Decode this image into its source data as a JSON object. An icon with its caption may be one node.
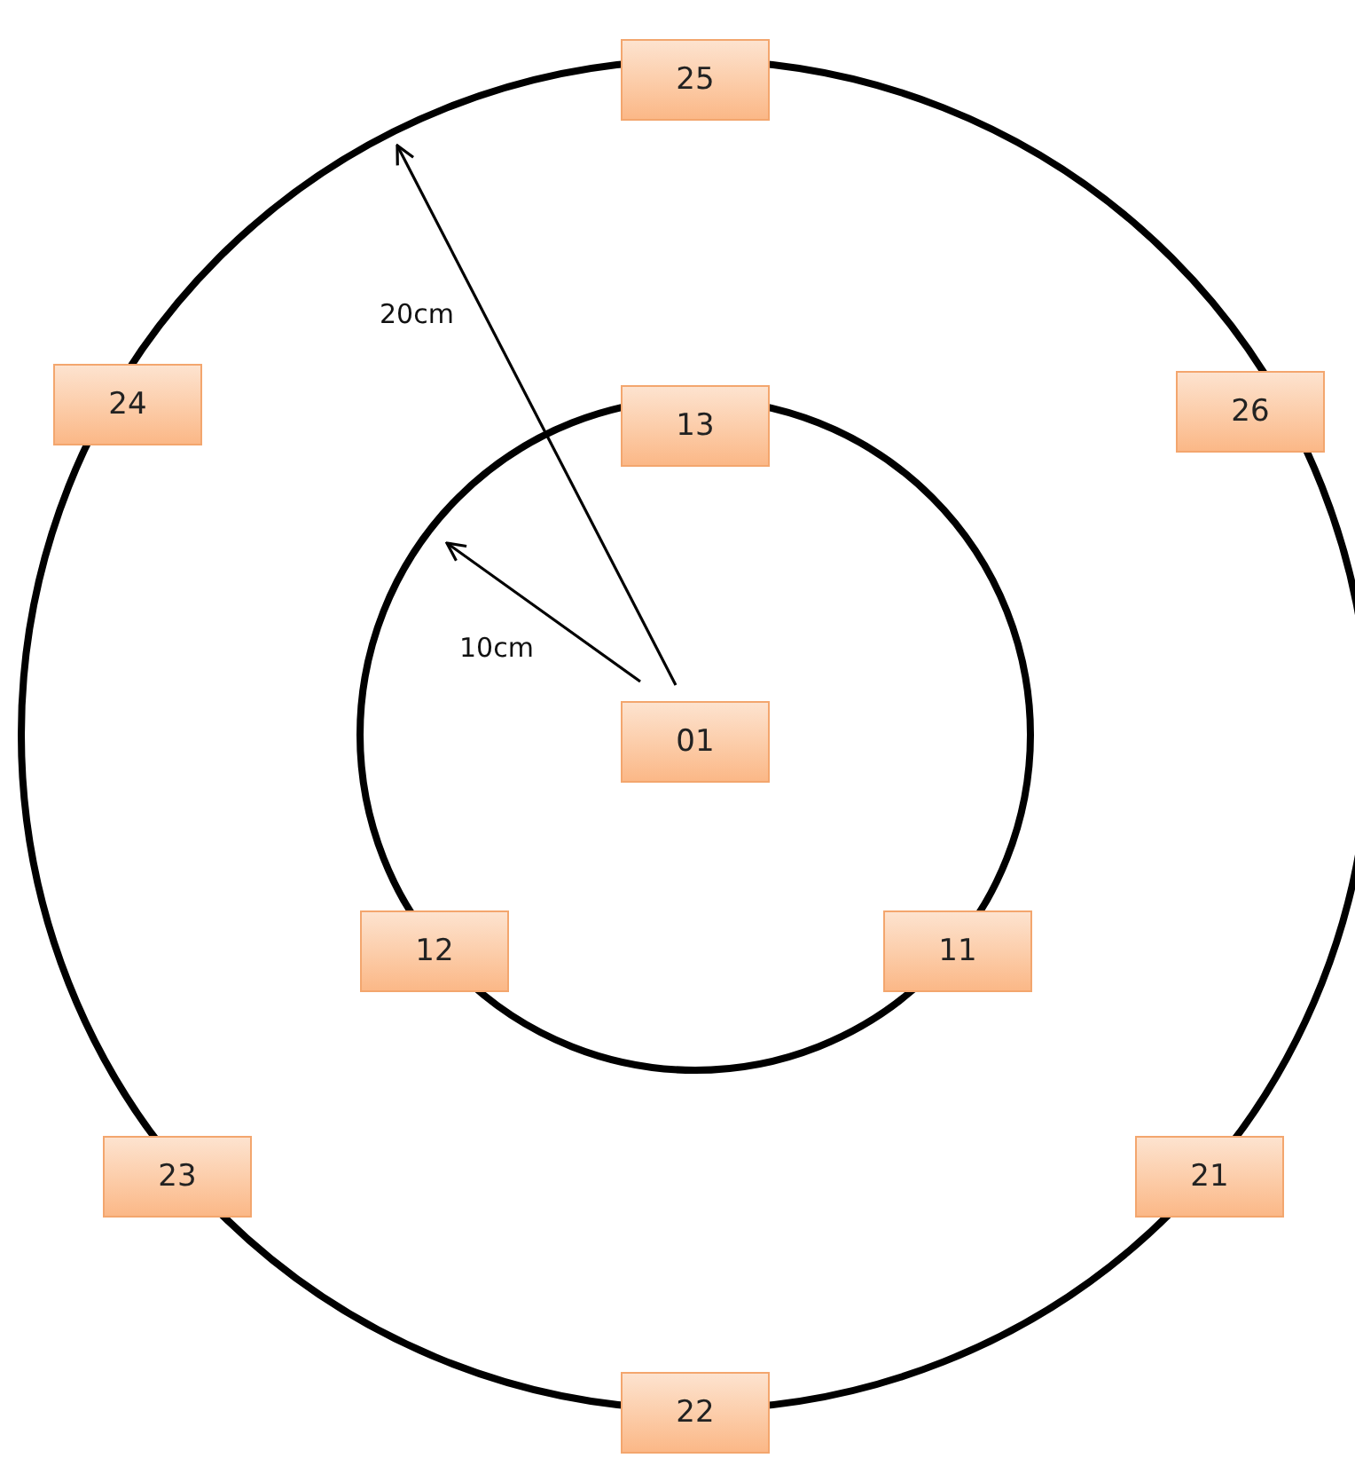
{
  "diagram": {
    "nodes": [
      {
        "text": [
          "25"
        ]
      },
      {
        "text": [
          "24"
        ]
      },
      {
        "text": [
          "13"
        ]
      },
      {
        "text": [
          "26"
        ]
      },
      {
        "text": [
          "01"
        ]
      },
      {
        "text": [
          "12"
        ]
      },
      {
        "text": [
          "11"
        ]
      },
      {
        "text": [
          "23"
        ]
      },
      {
        "text": [
          "21"
        ]
      },
      {
        "text": [
          "22"
        ]
      }
    ],
    "labels": [
      "20cm",
      "10cm"
    ]
  }
}
